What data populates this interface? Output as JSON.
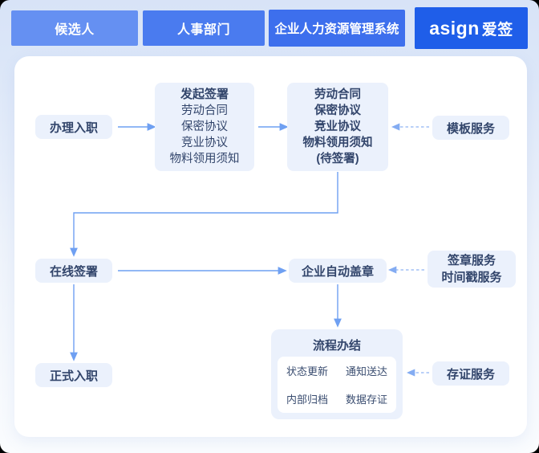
{
  "lanes": [
    {
      "label": "候选人",
      "color": "#6590f2"
    },
    {
      "label": "人事部门",
      "color": "#4a7bef"
    },
    {
      "label": "企业人力资源管理系统",
      "color": "#3d6fed"
    },
    {
      "logo": "asign",
      "label": "爱签",
      "color": "#1f5ee9"
    }
  ],
  "flow": {
    "onboard": {
      "label": "办理入职"
    },
    "initiate": {
      "title": "发起签署",
      "items": [
        "劳动合同",
        "保密协议",
        "竞业协议",
        "物料领用须知"
      ]
    },
    "docs": {
      "items": [
        "劳动合同",
        "保密协议",
        "竞业协议",
        "物料领用须知"
      ],
      "status": "(待签署)"
    },
    "template_service": {
      "label": "模板服务"
    },
    "online_sign": {
      "label": "在线签署"
    },
    "auto_stamp": {
      "label": "企业自动盖章"
    },
    "seal_service": {
      "lines": [
        "签章服务",
        "时间戳服务"
      ]
    },
    "formal": {
      "label": "正式入职"
    },
    "done": {
      "title": "流程办结",
      "items": [
        "状态更新",
        "通知送达",
        "内部归档",
        "数据存证"
      ]
    },
    "evidence_service": {
      "label": "存证服务"
    }
  },
  "colors": {
    "node_bg": "#ebf1fc",
    "node_text": "#32456b",
    "card_bg": "#ffffff",
    "arrow_solid": "#6fa0f2",
    "arrow_dashed": "#8fb3f3",
    "band_bg": "#d8e3f7"
  }
}
